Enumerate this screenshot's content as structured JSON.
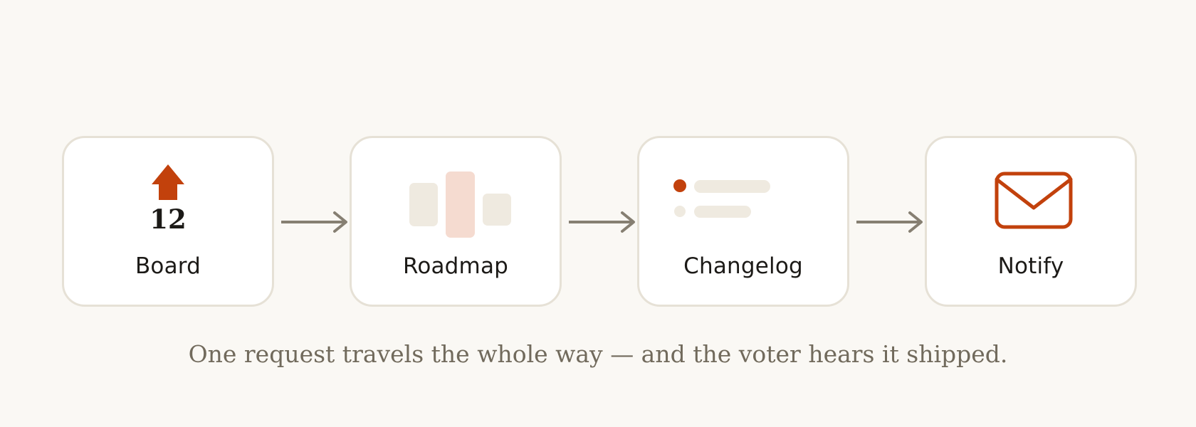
{
  "steps": [
    {
      "label": "Board",
      "icon": "upvote-arrow-icon",
      "vote_count": "12"
    },
    {
      "label": "Roadmap",
      "icon": "roadmap-columns-icon"
    },
    {
      "label": "Changelog",
      "icon": "changelog-list-icon"
    },
    {
      "label": "Notify",
      "icon": "envelope-icon"
    }
  ],
  "caption": "One request travels the whole way — and the voter hears it shipped.",
  "colors": {
    "background": "#faf8f4",
    "card": "#ffffff",
    "card_border": "#e6e1d6",
    "accent": "#c2410c",
    "accent_soft": "#f5dbd0",
    "muted_block": "#efeae0",
    "arrow": "#867f72",
    "text": "#1c1a17",
    "caption": "#716a5c"
  }
}
